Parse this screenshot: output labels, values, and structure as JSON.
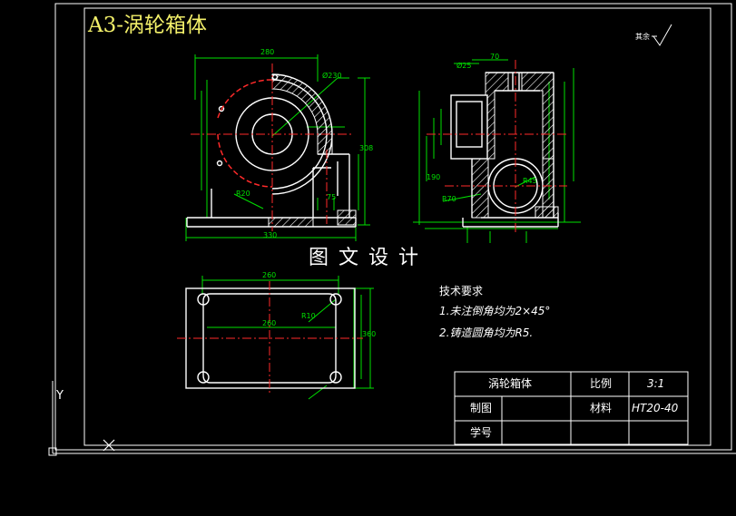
{
  "drawing": {
    "title": "A3-涡轮箱体",
    "watermark": "图 文 设 计",
    "surface_symbol_label": "其余",
    "ucs_y_label": "Y"
  },
  "tech_requirements": {
    "heading": "技术要求",
    "items": [
      "1.未注倒角均为2×45°",
      "2.铸造圆角均为R5."
    ]
  },
  "title_block": {
    "part_name": "涡轮箱体",
    "scale_label": "比例",
    "scale_value": "3:1",
    "drawn_label": "制图",
    "material_label": "材料",
    "material_value": "HT20-40",
    "student_no_label": "学号"
  },
  "dimensions": {
    "front": {
      "width_top": "280",
      "width_bottom": "330",
      "dia": "Ø230",
      "height": "308",
      "r20": "R20",
      "d75": "75"
    },
    "side": {
      "w70": "70",
      "w25": "Ø25",
      "h190": "190",
      "r70": "R70",
      "r45": "R45"
    },
    "top": {
      "w260_top": "260",
      "w260_mid": "260",
      "r10": "R10",
      "h360": "360"
    }
  },
  "colors": {
    "green": "#00e000",
    "red": "#ff2a2a",
    "white": "#ffffff",
    "yellow": "#f3f06a"
  }
}
